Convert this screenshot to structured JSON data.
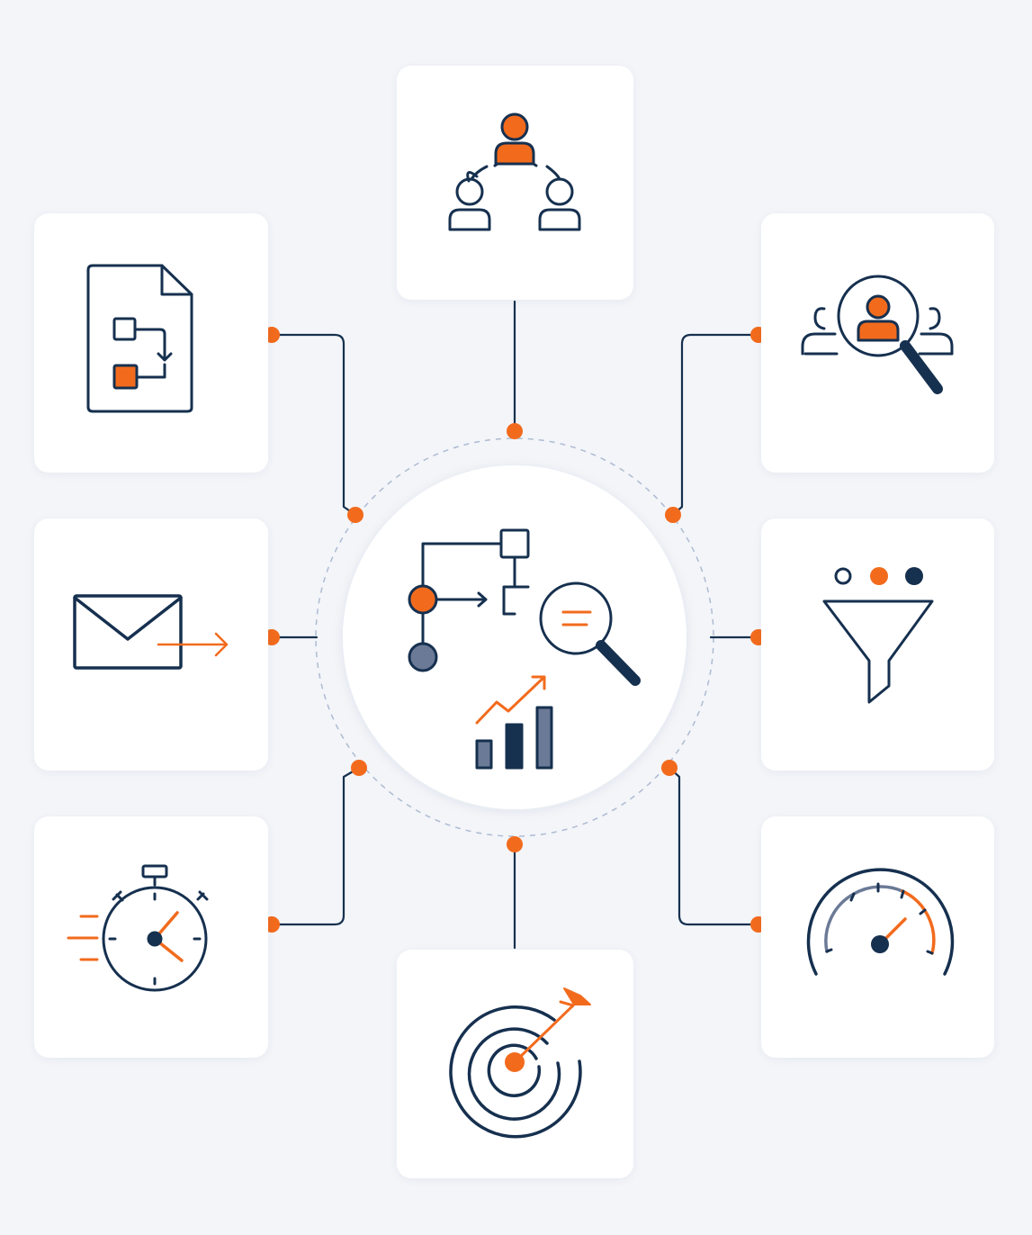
{
  "colors": {
    "background": "#f3f5f9",
    "card": "#ffffff",
    "navy": "#16304f",
    "orange": "#f26b1d",
    "slate": "#6b7a96",
    "dashed_ring": "#aebbd2"
  },
  "hub": {
    "icon": "process-analysis-icon",
    "sub_icons": [
      "flowchart-icon",
      "magnifier-icon",
      "growth-chart-icon"
    ]
  },
  "nodes": [
    {
      "id": "team",
      "icon": "team-hierarchy-icon"
    },
    {
      "id": "document",
      "icon": "document-flowchart-icon"
    },
    {
      "id": "candidate-search",
      "icon": "candidate-search-icon"
    },
    {
      "id": "email",
      "icon": "send-email-icon"
    },
    {
      "id": "funnel",
      "icon": "funnel-icon"
    },
    {
      "id": "stopwatch",
      "icon": "fast-stopwatch-icon"
    },
    {
      "id": "gauge",
      "icon": "performance-gauge-icon"
    },
    {
      "id": "target",
      "icon": "target-arrow-icon"
    }
  ]
}
